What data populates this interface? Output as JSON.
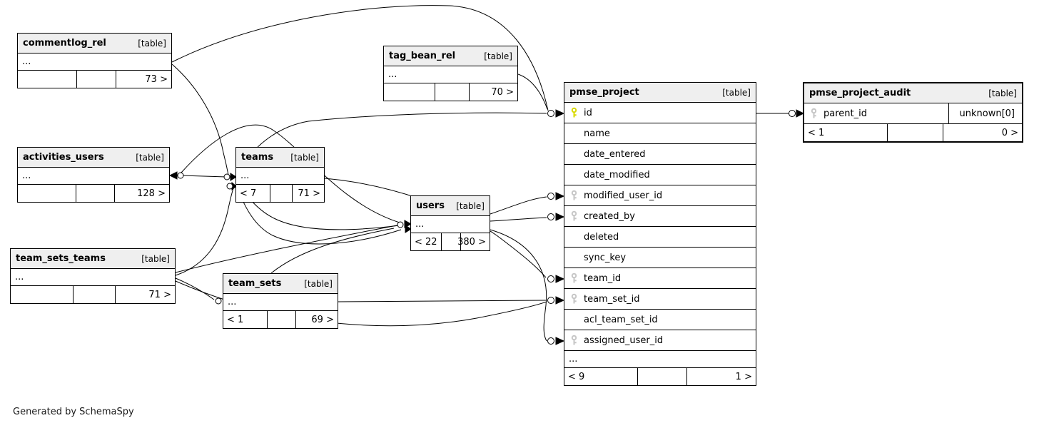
{
  "footer": "Generated by SchemaSpy",
  "colors": {
    "pk_key": "#d9d900",
    "fk_key": "#c6c6c6",
    "header_bg": "#efefef",
    "line": "#000000"
  },
  "tables": [
    {
      "id": "commentlog_rel",
      "name": "commentlog_rel",
      "badge": "[table]",
      "rows": [
        {
          "name": "..."
        }
      ],
      "stats": [
        "",
        "",
        "73 >"
      ]
    },
    {
      "id": "tag_bean_rel",
      "name": "tag_bean_rel",
      "badge": "[table]",
      "rows": [
        {
          "name": "..."
        }
      ],
      "stats": [
        "",
        "",
        "70 >"
      ]
    },
    {
      "id": "activities_users",
      "name": "activities_users",
      "badge": "[table]",
      "rows": [
        {
          "name": "..."
        }
      ],
      "stats": [
        "",
        "",
        "128 >"
      ]
    },
    {
      "id": "teams",
      "name": "teams",
      "badge": "[table]",
      "rows": [
        {
          "name": "..."
        }
      ],
      "stats": [
        "< 7",
        "",
        "71 >"
      ]
    },
    {
      "id": "users",
      "name": "users",
      "badge": "[table]",
      "rows": [
        {
          "name": "..."
        }
      ],
      "stats": [
        "< 22",
        "",
        "380 >"
      ]
    },
    {
      "id": "team_sets_teams",
      "name": "team_sets_teams",
      "badge": "[table]",
      "rows": [
        {
          "name": "..."
        }
      ],
      "stats": [
        "",
        "",
        "71 >"
      ]
    },
    {
      "id": "team_sets",
      "name": "team_sets",
      "badge": "[table]",
      "rows": [
        {
          "name": "..."
        }
      ],
      "stats": [
        "< 1",
        "",
        "69 >"
      ]
    },
    {
      "id": "pmse_project",
      "name": "pmse_project",
      "badge": "[table]",
      "rows": [
        {
          "name": "id",
          "key": "pk"
        },
        {
          "name": "name"
        },
        {
          "name": "date_entered"
        },
        {
          "name": "date_modified"
        },
        {
          "name": "modified_user_id",
          "key": "fk"
        },
        {
          "name": "created_by",
          "key": "fk"
        },
        {
          "name": "deleted"
        },
        {
          "name": "sync_key"
        },
        {
          "name": "team_id",
          "key": "fk"
        },
        {
          "name": "team_set_id",
          "key": "fk"
        },
        {
          "name": "acl_team_set_id"
        },
        {
          "name": "assigned_user_id",
          "key": "fk"
        },
        {
          "name": "..."
        }
      ],
      "stats": [
        "< 9",
        "",
        "1 >"
      ]
    },
    {
      "id": "pmse_project_audit",
      "name": "pmse_project_audit",
      "badge": "[table]",
      "emphasis": true,
      "rows": [
        {
          "name": "parent_id",
          "key": "fk",
          "type": "unknown[0]"
        }
      ],
      "stats": [
        "< 1",
        "",
        "0 >"
      ]
    }
  ]
}
